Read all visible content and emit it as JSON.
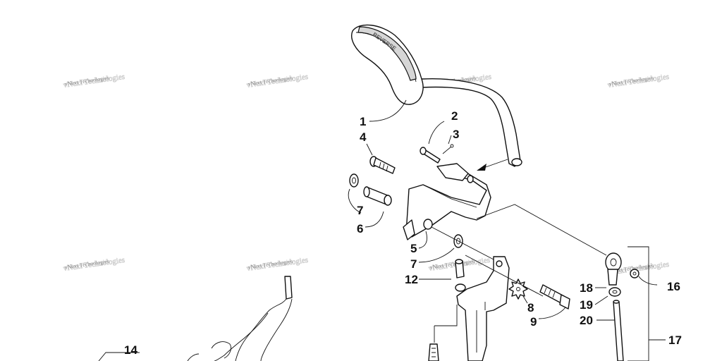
{
  "diagram": {
    "watermark": "vNext Technologies",
    "grip_text": "REVERSE",
    "callouts": [
      "1",
      "2",
      "3",
      "4",
      "5",
      "6",
      "7",
      "7",
      "8",
      "9",
      "12",
      "14",
      "16",
      "17",
      "18",
      "19",
      "20"
    ],
    "parts": [
      {
        "id": "1"
      },
      {
        "id": "2"
      },
      {
        "id": "3"
      },
      {
        "id": "4"
      },
      {
        "id": "5"
      },
      {
        "id": "6"
      },
      {
        "id": "7"
      },
      {
        "id": "8"
      },
      {
        "id": "9"
      },
      {
        "id": "12"
      },
      {
        "id": "14"
      },
      {
        "id": "16"
      },
      {
        "id": "17"
      },
      {
        "id": "18"
      },
      {
        "id": "19"
      },
      {
        "id": "20"
      }
    ]
  },
  "colors": {
    "line": "#111111",
    "shade": "#d6d6d6",
    "watermark": "#8a8a8a"
  }
}
